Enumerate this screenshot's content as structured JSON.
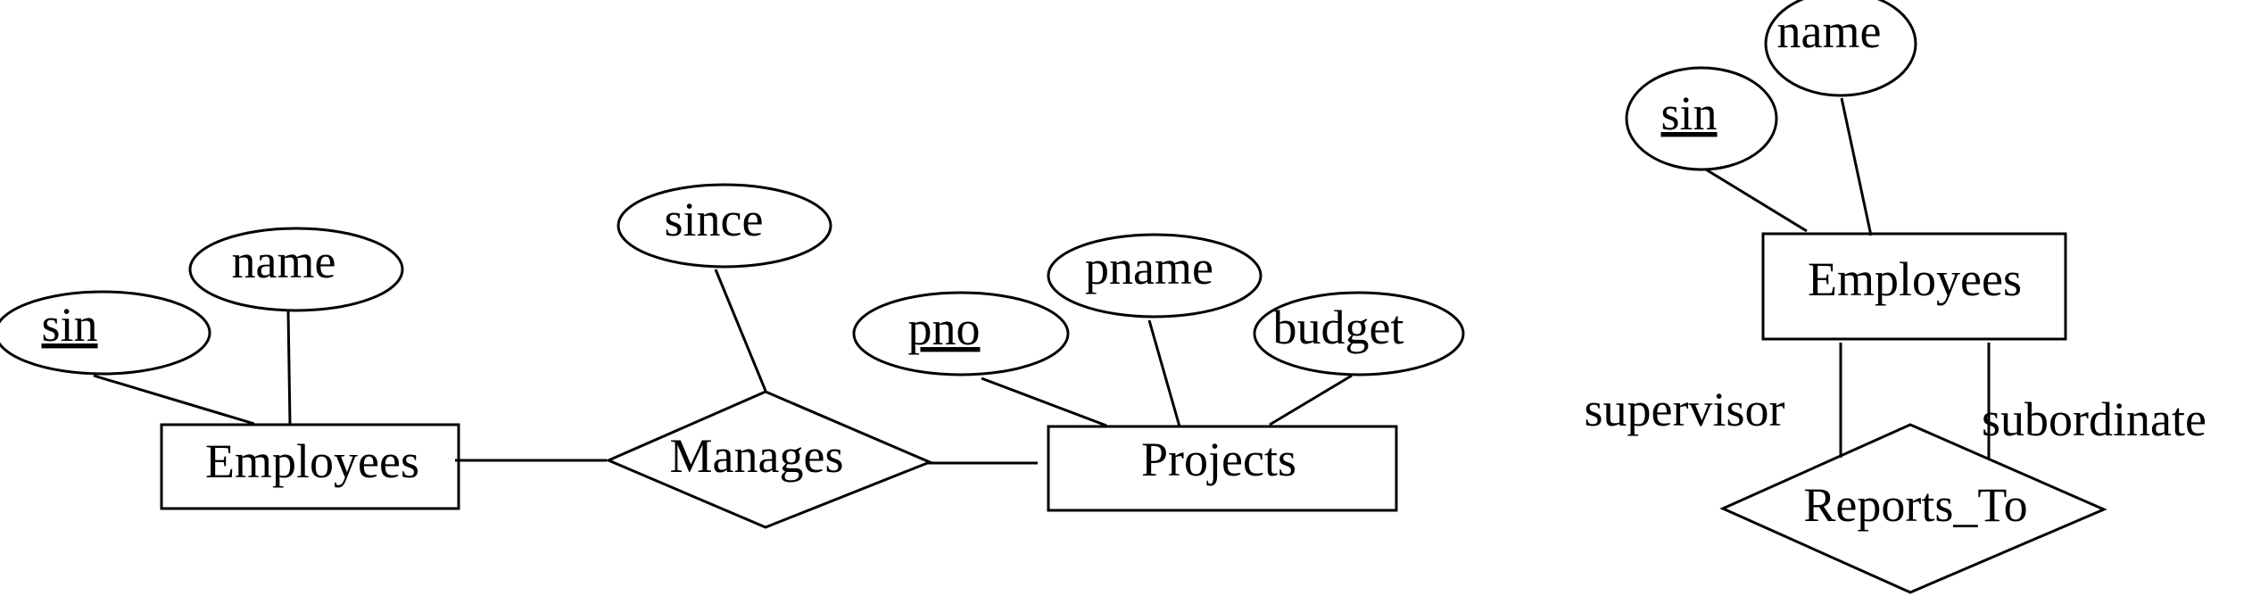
{
  "diagram1": {
    "entity_employees": "Employees",
    "attr_sin": "sin",
    "attr_name": "name",
    "relationship_manages": "Manages",
    "attr_since": "since",
    "entity_projects": "Projects",
    "attr_pno": "pno",
    "attr_pname": "pname",
    "attr_budget": "budget"
  },
  "diagram2": {
    "attr_sin": "sin",
    "attr_name": "name",
    "entity_employees": "Employees",
    "role_supervisor": "supervisor",
    "role_subordinate": "subordinate",
    "relationship_reports_to": "Reports_To"
  },
  "key_attributes": [
    "sin",
    "pno"
  ],
  "colors": {
    "stroke": "#000000",
    "background": "#ffffff"
  }
}
